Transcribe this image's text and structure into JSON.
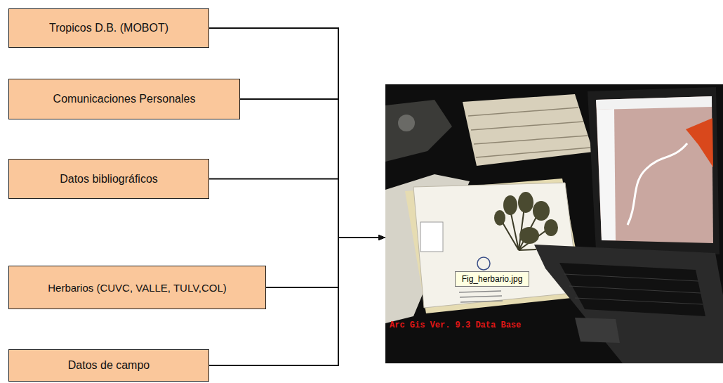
{
  "diagram": {
    "nodes": [
      {
        "text": [
          "Tropicos D.B. (MOBOT)"
        ]
      },
      {
        "text": [
          "Comunicaciones Personales"
        ]
      },
      {
        "text": [
          "Datos bibliográficos"
        ]
      },
      {
        "text": [
          "Herbarios (CUVC, VALLE, TULV,COL)"
        ]
      },
      {
        "text": [
          "Datos de campo"
        ]
      },
      {
        "text": [
          "Arc Gis Ver. 9.3 Data Base"
        ]
      },
      {
        "text": [
          "Fig_herbario.jpg"
        ],
        "in": 5
      }
    ],
    "edges": [
      {
        "from": 0,
        "to": 5,
        "arrow": "to"
      },
      {
        "from": 1,
        "to": 5,
        "arrow": "to"
      },
      {
        "from": 2,
        "to": 5,
        "arrow": "to"
      },
      {
        "from": 3,
        "to": 5,
        "arrow": "to"
      },
      {
        "from": 4,
        "to": 5,
        "arrow": "to"
      }
    ]
  }
}
